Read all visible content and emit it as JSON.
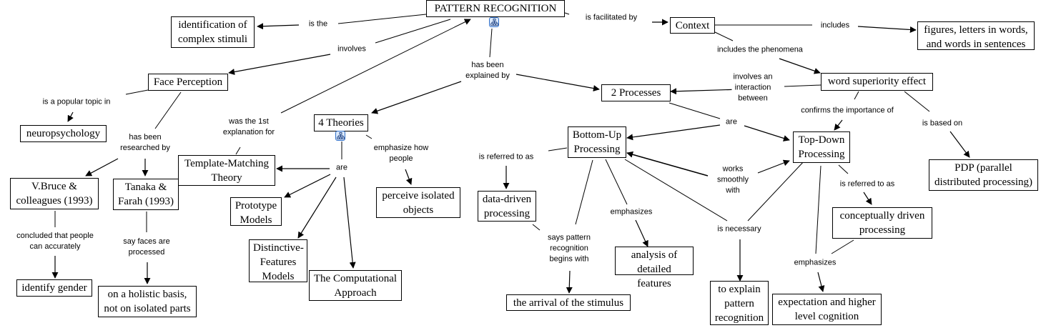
{
  "title": "PATTERN RECOGNITION",
  "concepts": {
    "pattern_recognition": "PATTERN RECOGNITION",
    "identification": "identification of\ncomplex stimuli",
    "context": "Context",
    "figures_letters": "figures, letters in words,\nand words in sentences",
    "face_perception": "Face Perception",
    "neuropsychology": "neuropsychology",
    "word_superiority": "word superiority effect",
    "two_processes": "2 Processes",
    "four_theories": "4 Theories",
    "template_matching": "Template-Matching\nTheory",
    "bruce": "V.Bruce &\ncolleagues (1993)",
    "tanaka": "Tanaka &\nFarah (1993)",
    "prototype": "Prototype\nModels",
    "distinctive": "Distinctive-\nFeatures\nModels",
    "computational": "The Computational\nApproach",
    "perceive_isolated": "perceive isolated\nobjects",
    "identify_gender": "identify gender",
    "holistic": "on a holistic basis,\nnot on isolated parts",
    "bottom_up": "Bottom-Up\nProcessing",
    "top_down": "Top-Down\nProcessing",
    "data_driven": "data-driven\nprocessing",
    "analysis": "analysis of\ndetailed features",
    "arrival": "the arrival of the stimulus",
    "to_explain": "to explain\npattern\nrecognition",
    "conceptually": "conceptually driven\nprocessing",
    "expectation": "expectation and higher\nlevel cognition",
    "pdp": "PDP (parallel\ndistributed processing)"
  },
  "linking_phrases": {
    "is_the": "is the",
    "is_facilitated_by": "is facilitated by",
    "includes": "includes",
    "involves": "involves",
    "includes_phenomena": "includes the phenomena",
    "has_been_explained_by": "has been\nexplained by",
    "involves_interaction": "involves an\ninteraction\nbetween",
    "is_popular_topic": "is a popular topic in",
    "was_1st_explanation": "was the 1st\nexplanation for",
    "confirms_importance": "confirms the importance of",
    "has_been_researched": "has been\nresearched by",
    "are_theories": "are",
    "emphasize_how_people": "emphasize how\npeople",
    "are_processes": "are",
    "is_based_on": "is based on",
    "is_referred_bu": "is referred to as",
    "works_smoothly": "works\nsmoothly\nwith",
    "is_referred_td": "is referred to as",
    "concluded": "concluded that people\ncan accurately",
    "say_faces": "say faces are\nprocessed",
    "emphasizes_bu": "emphasizes",
    "is_necessary": "is necessary",
    "says_pattern": "says pattern\nrecognition\nbegins with",
    "emphasizes_td": "emphasizes"
  },
  "icons": [
    "submap-icon"
  ]
}
